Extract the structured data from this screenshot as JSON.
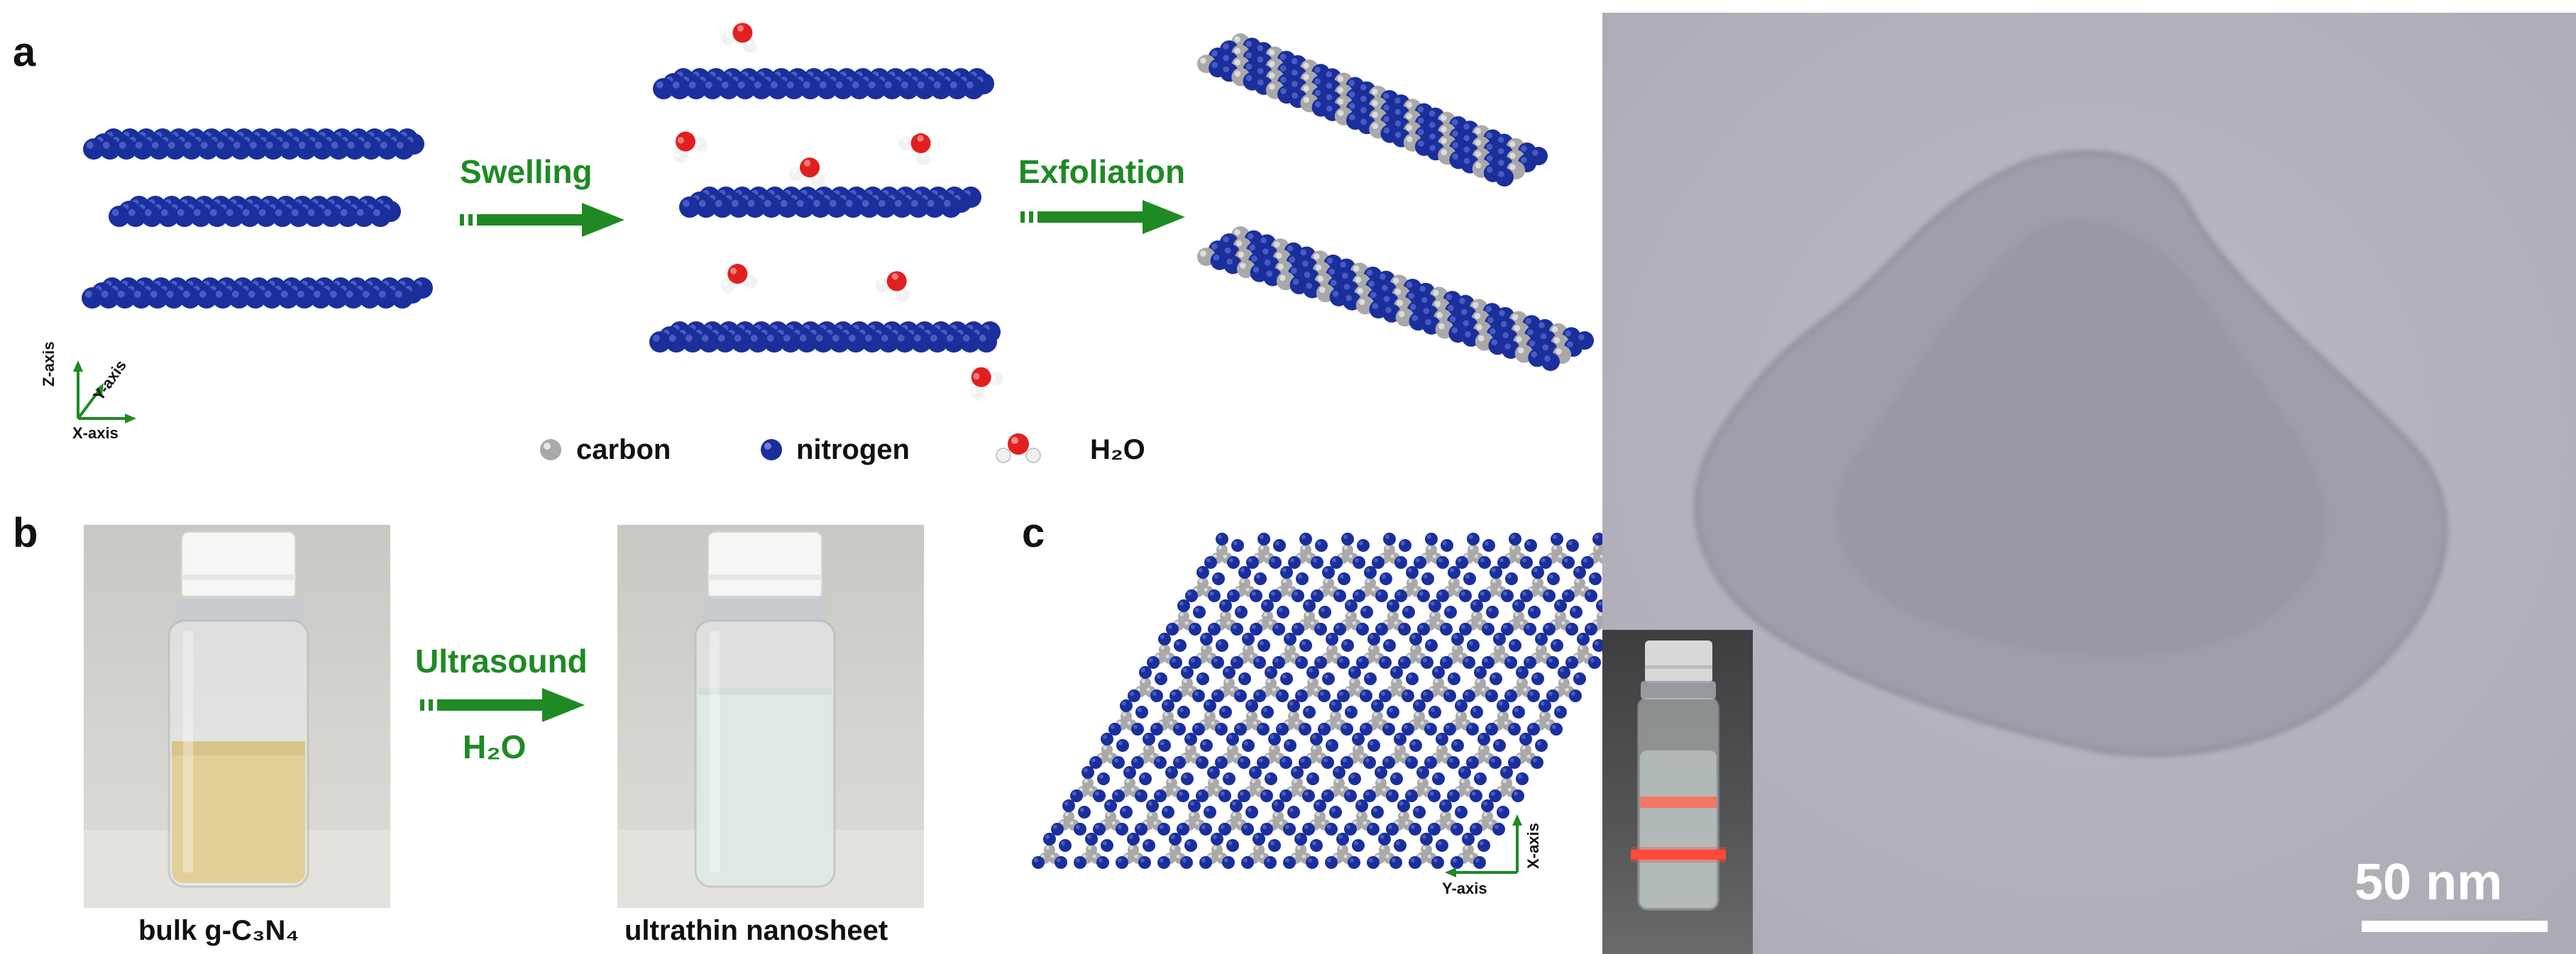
{
  "panels": {
    "a": "a",
    "b": "b",
    "c": "c"
  },
  "arrows": {
    "swelling": "Swelling",
    "exfoliation": "Exfoliation",
    "ultrasound": "Ultrasound",
    "h2o": "H₂O"
  },
  "legend": {
    "carbon": "carbon",
    "nitrogen": "nitrogen",
    "h2o": "H₂O"
  },
  "axes": {
    "x_axis": "X-axis",
    "y_axis": "Y-axis",
    "z_axis": "Z-axis"
  },
  "captions": {
    "bulk": "bulk g-C₃N₄",
    "nanosheet": "ultrathin nanosheet"
  },
  "scale_bar": {
    "label": "50 nm"
  },
  "colors": {
    "nitrogen": "#1a2f9c",
    "carbon": "#a9a9a9",
    "arrow": "#1f8a24",
    "oxygen": "#e02020"
  }
}
